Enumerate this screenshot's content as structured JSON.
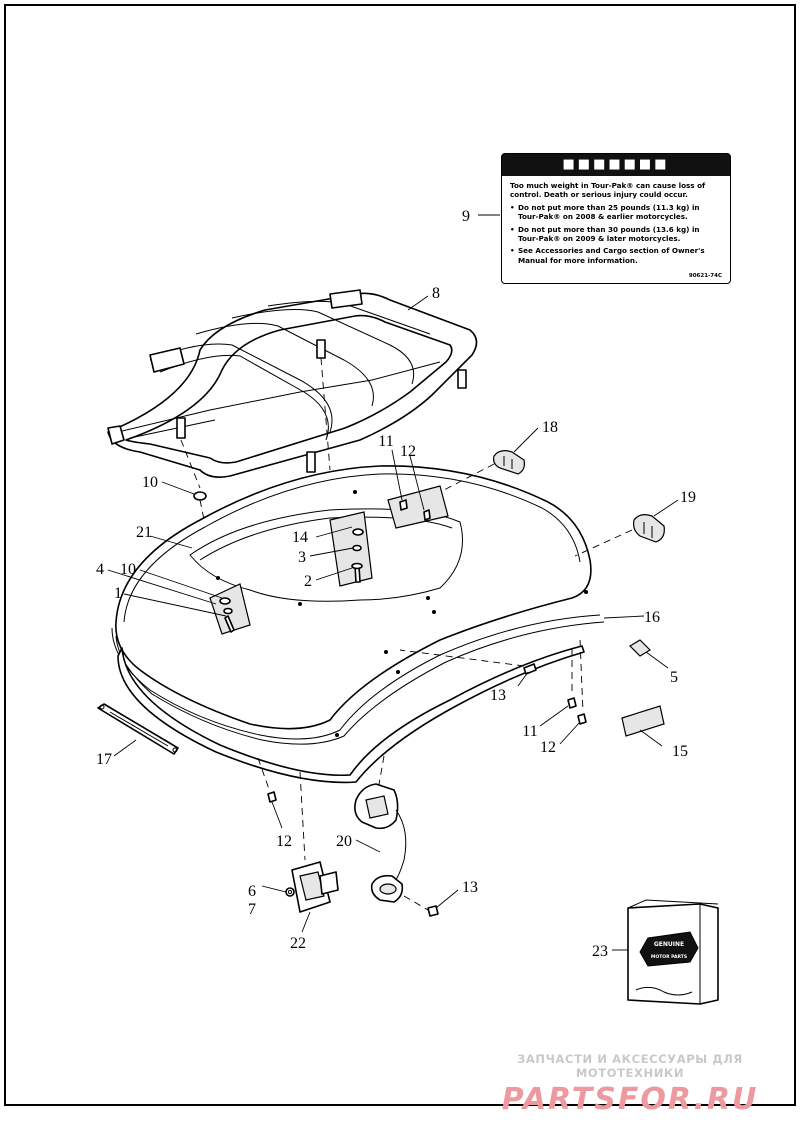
{
  "callouts": {
    "c1": "1",
    "c2": "2",
    "c3": "3",
    "c4": "4",
    "c5": "5",
    "c6": "6",
    "c7": "7",
    "c8": "8",
    "c9": "9",
    "c10a": "10",
    "c10b": "10",
    "c11a": "11",
    "c11b": "11",
    "c12a": "12",
    "c12b": "12",
    "c12c": "12",
    "c13a": "13",
    "c13b": "13",
    "c14": "14",
    "c15": "15",
    "c16": "16",
    "c17": "17",
    "c18": "18",
    "c19": "19",
    "c20": "20",
    "c21": "21",
    "c22": "22",
    "c23": "23"
  },
  "warning_label": {
    "intro": "Too much weight in Tour-Pak® can cause loss of control. Death or serious injury could occur.",
    "bullets": [
      "Do not put more than 25 pounds (11.3 kg) in Tour-Pak® on 2008 & earlier motorcycles.",
      "Do not put more than 30 pounds (13.6 kg) in Tour-Pak® on 2009 & later motorcycles.",
      "See Accessories and Cargo section of Owner's Manual for more information."
    ],
    "code": "90621-74C"
  },
  "parts_box": {
    "logo_text": "GENUINE",
    "logo_sub": "MOTOR PARTS"
  },
  "watermark": {
    "line1": "ЗАПЧАСТИ И АКСЕССУАРЫ ДЛЯ МОТОТЕХНИКИ",
    "line2": "PARTSFOR.RU"
  },
  "colors": {
    "line": "#000000",
    "background": "#ffffff",
    "watermark_text": "#c9c9c9",
    "watermark_brand": "#ec9aa0"
  }
}
